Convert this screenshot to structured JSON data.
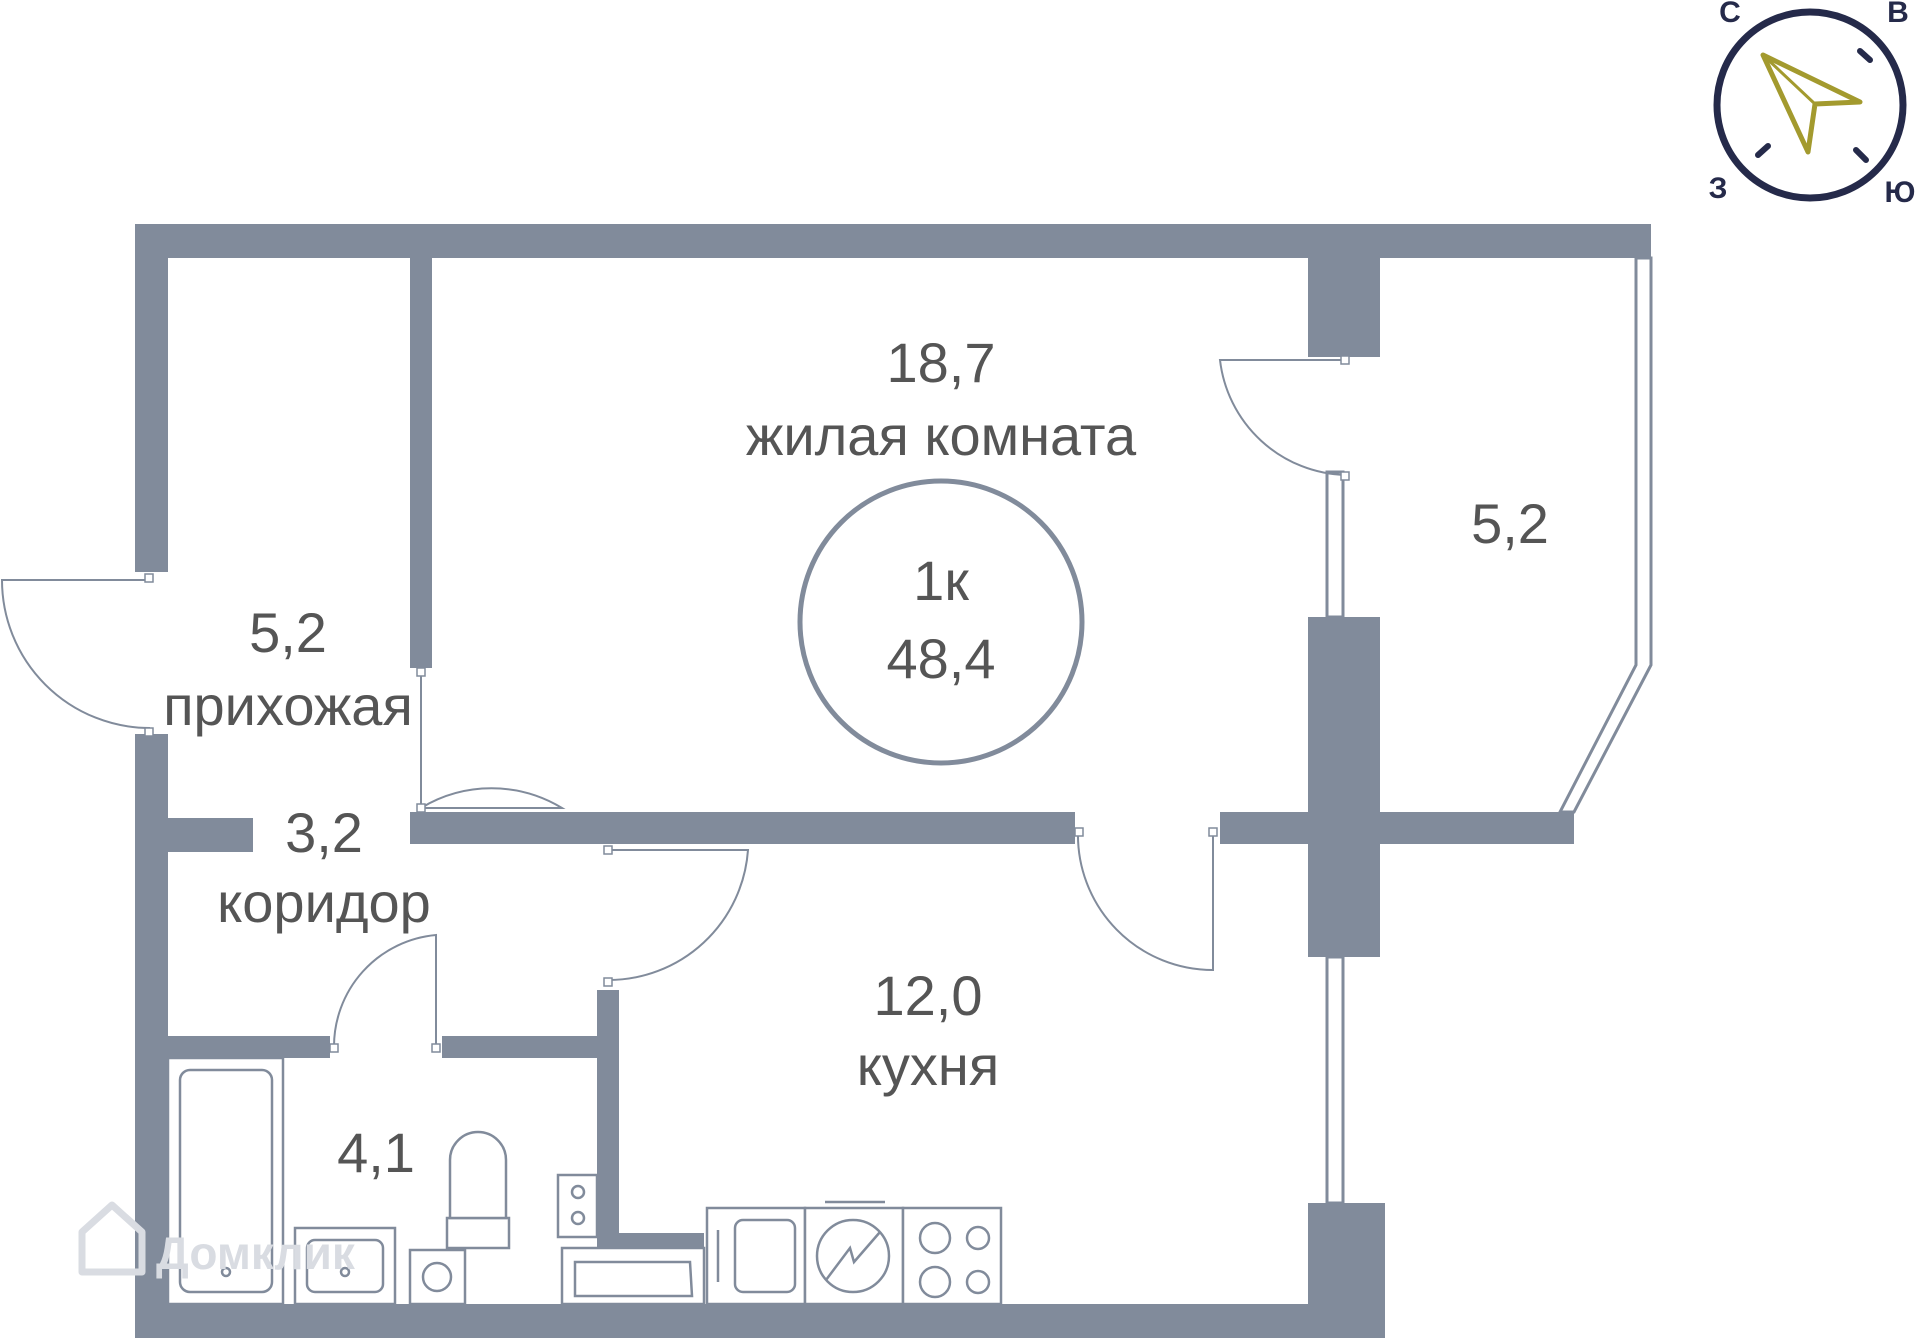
{
  "apartment": {
    "type": "1к",
    "total_area": "48,4"
  },
  "rooms": {
    "living": {
      "area": "18,7",
      "name": "жилая комната"
    },
    "balcony": {
      "area": "5,2"
    },
    "hallway": {
      "area": "5,2",
      "name": "прихожая"
    },
    "corridor": {
      "area": "3,2",
      "name": "коридор"
    },
    "kitchen": {
      "area": "12,0",
      "name": "кухня"
    },
    "bathroom": {
      "area": "4,1"
    }
  },
  "compass": {
    "n": "С",
    "e": "В",
    "s": "Ю",
    "w": "З"
  },
  "watermark": {
    "text": "Домклик"
  },
  "colors": {
    "wall": "#818b9b",
    "compass_ring": "#252a4a",
    "compass_needle": "#a39a2e",
    "text": "#555555"
  }
}
